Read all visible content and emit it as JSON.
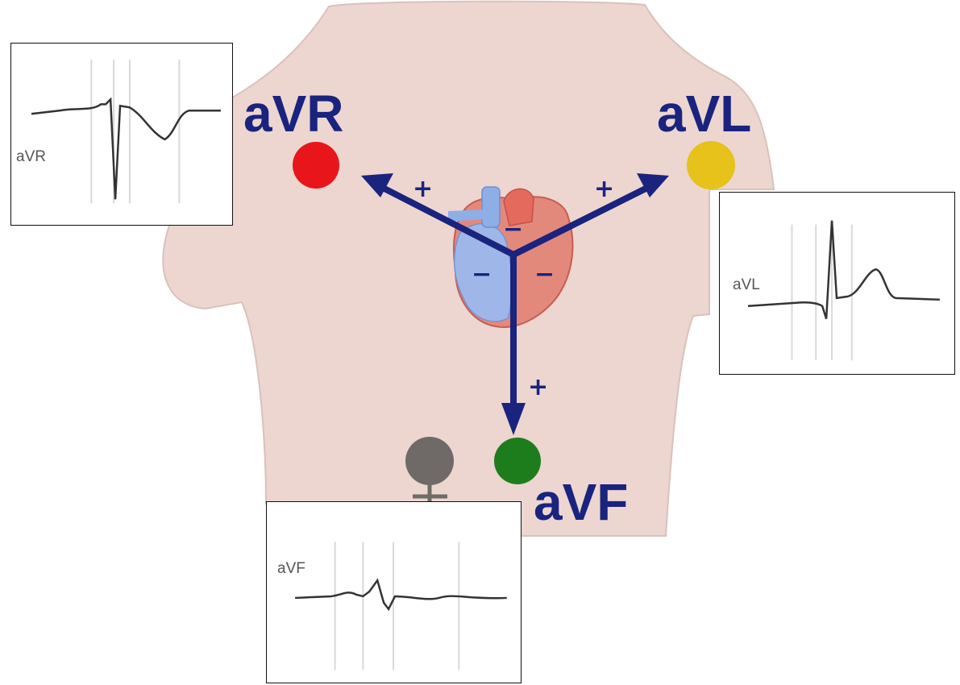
{
  "leads": {
    "avr": {
      "label": "aVR",
      "electrode_color": "#e8161b"
    },
    "avl": {
      "label": "aVL",
      "electrode_color": "#e6c21a"
    },
    "avf": {
      "label": "aVF",
      "electrode_color": "#1d7d1d"
    }
  },
  "ground_electrode_color": "#6f6a68",
  "vector_color": "#1a237e",
  "signs": {
    "positive": "+",
    "negative": "−"
  },
  "ecg_insets": {
    "avr": {
      "label": "aVR"
    },
    "avl": {
      "label": "aVL"
    },
    "avf": {
      "label": "aVF"
    }
  }
}
